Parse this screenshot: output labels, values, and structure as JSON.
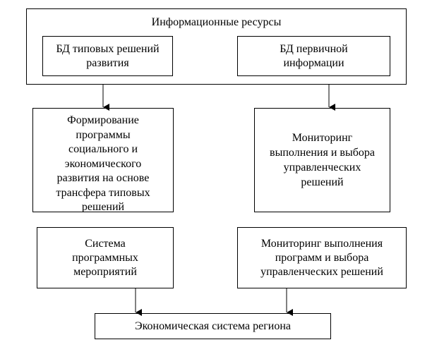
{
  "diagram": {
    "outer_title": "Информационные ресурсы",
    "boxes": {
      "db_typical": "БД типовых решений развития",
      "db_primary": "БД первичной информации",
      "formation": "Формирование программы социального и экономического развития на основе трансфера типовых решений",
      "monitoring_choice": "Мониторинг выполнения и выбора управленческих решений",
      "program_system": "Система программных мероприятий",
      "monitoring_programs": "Мониторинг выполнения программ и выбора управленческих решений",
      "economic_system": "Экономическая система региона"
    },
    "colors": {
      "line": "#000000",
      "background": "#ffffff"
    }
  }
}
